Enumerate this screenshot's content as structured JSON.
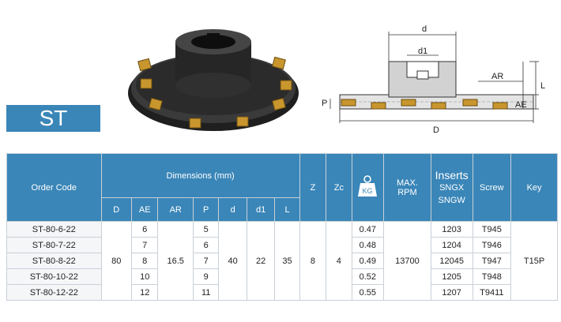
{
  "series": "ST",
  "drawing": {
    "labels": {
      "d": "d",
      "d1": "d1",
      "AR": "AR",
      "L": "L",
      "P": "P",
      "AE": "AE",
      "D": "D"
    }
  },
  "table": {
    "headers": {
      "order_code": "Order Code",
      "dimensions": "Dimensions (mm)",
      "dim_cols": [
        "D",
        "AE",
        "AR",
        "P",
        "d",
        "d1",
        "L"
      ],
      "z": "Z",
      "zc": "Zc",
      "kg_icon_label": "KG",
      "max": "MAX.",
      "rpm": "RPM",
      "inserts": "Inserts",
      "sngx": "SNGX",
      "sngw": "SNGW",
      "screw": "Screw",
      "key": "Key"
    },
    "shared": {
      "D": "80",
      "AR": "16.5",
      "d": "40",
      "d1": "22",
      "L": "35",
      "Z": "8",
      "Zc": "4",
      "rpm": "13700",
      "key": "T15P"
    },
    "rows": [
      {
        "code": "ST-80-6-22",
        "AE": "6",
        "P": "5",
        "kg": "0.47",
        "insert": "1203",
        "screw": "T945"
      },
      {
        "code": "ST-80-7-22",
        "AE": "7",
        "P": "6",
        "kg": "0.48",
        "insert": "1204",
        "screw": "T946"
      },
      {
        "code": "ST-80-8-22",
        "AE": "8",
        "P": "7",
        "kg": "0.49",
        "insert": "12045",
        "screw": "T947"
      },
      {
        "code": "ST-80-10-22",
        "AE": "10",
        "P": "9",
        "kg": "0.52",
        "insert": "1205",
        "screw": "T948"
      },
      {
        "code": "ST-80-12-22",
        "AE": "12",
        "P": "11",
        "kg": "0.55",
        "insert": "1207",
        "screw": "T9411"
      }
    ]
  }
}
